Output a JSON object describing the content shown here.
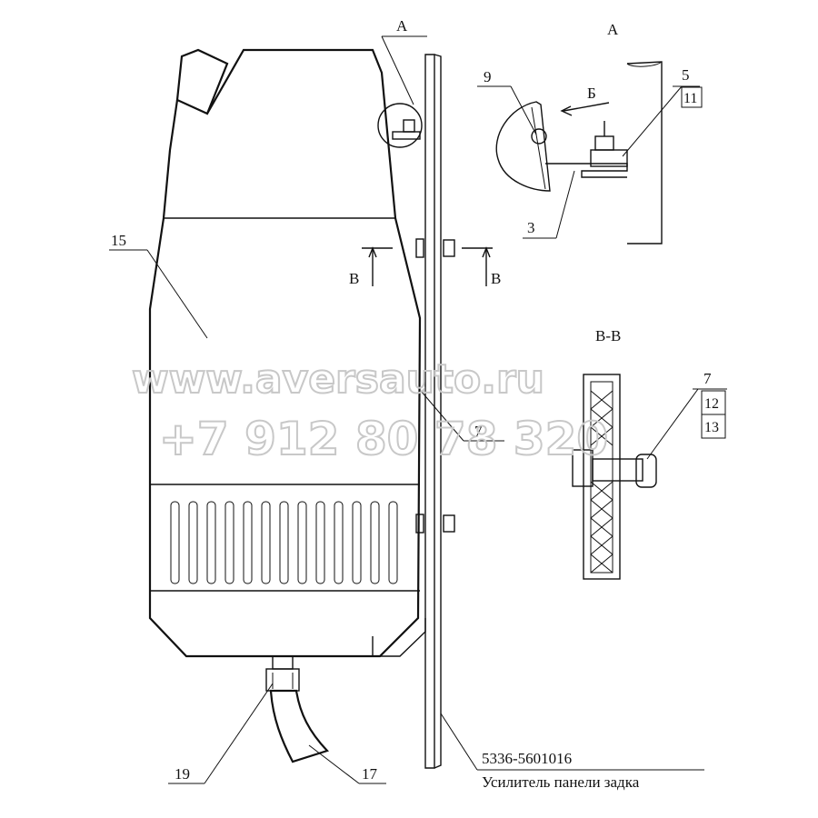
{
  "view_a_callout": "А",
  "view_a_title": "А",
  "section_bb_title": "В-В",
  "section_arrow_left": "В",
  "section_arrow_right": "В",
  "direction_arrow_label": "Б",
  "part_labels": {
    "p15": "15",
    "p9": "9",
    "p5": "5",
    "p11": "11",
    "p3": "3",
    "p7_section": "7",
    "p12": "12",
    "p13": "13",
    "p7_main": "7",
    "p19": "19",
    "p17": "17"
  },
  "part_number": "5336-5601016",
  "part_name": "Усилитель панели задка",
  "watermark": {
    "url": "www.aversauto.ru",
    "phone": "+7 912 80 78 320"
  }
}
